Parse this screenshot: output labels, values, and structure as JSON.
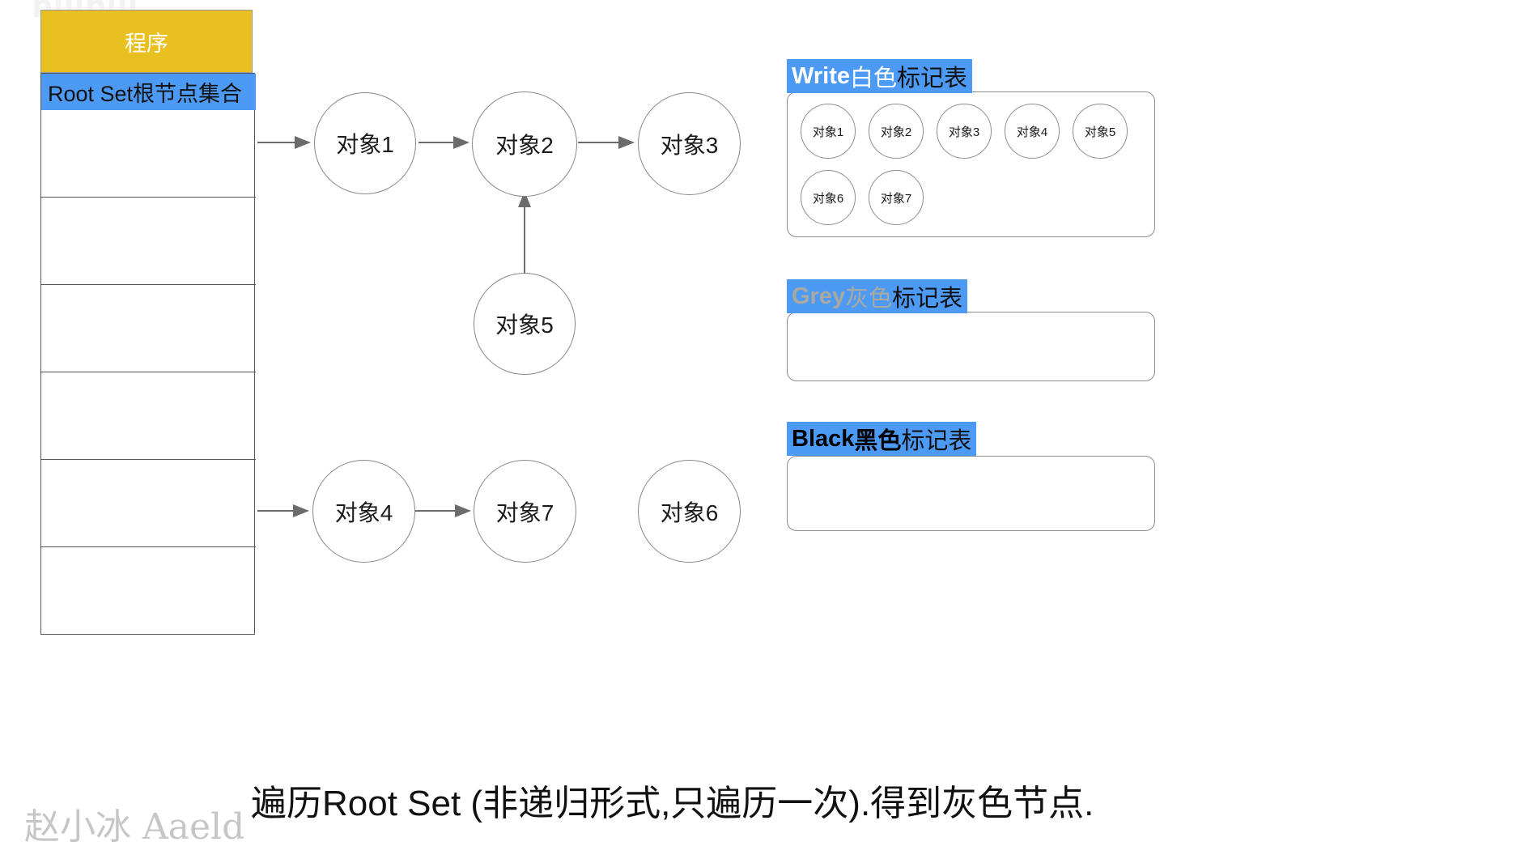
{
  "watermarks": {
    "top": "bilibili",
    "bottom": "赵小冰 Aaeld"
  },
  "program": {
    "label": "程序",
    "fill_color": "#e8c020",
    "text_color": "#ffffff"
  },
  "root_set": {
    "header": "Root Set根节点集合",
    "header_color": "#4d9af5",
    "row_count": 6,
    "rows": [
      "",
      "",
      "",
      "",
      "",
      ""
    ]
  },
  "graph": {
    "nodes": [
      {
        "id": "obj1",
        "label": "对象1"
      },
      {
        "id": "obj2",
        "label": "对象2"
      },
      {
        "id": "obj3",
        "label": "对象3"
      },
      {
        "id": "obj5",
        "label": "对象5"
      },
      {
        "id": "obj4",
        "label": "对象4"
      },
      {
        "id": "obj7",
        "label": "对象7"
      },
      {
        "id": "obj6",
        "label": "对象6"
      }
    ],
    "edges": [
      {
        "from": "root-set",
        "to": "obj1"
      },
      {
        "from": "obj1",
        "to": "obj2"
      },
      {
        "from": "obj2",
        "to": "obj3"
      },
      {
        "from": "obj5",
        "to": "obj2"
      },
      {
        "from": "root-set",
        "to": "obj4"
      },
      {
        "from": "obj4",
        "to": "obj7"
      }
    ],
    "edge_color": "#6b6b6b"
  },
  "mark_tables": [
    {
      "id": "white",
      "label_en": "Write ",
      "label_cn": "白色",
      "label_rest": "标记表",
      "items": [
        "对象1",
        "对象2",
        "对象3",
        "对象4",
        "对象5",
        "对象6",
        "对象7"
      ]
    },
    {
      "id": "grey",
      "label_en": "Grey ",
      "label_cn": "灰色",
      "label_rest": "标记表",
      "items": []
    },
    {
      "id": "black",
      "label_en": "Black ",
      "label_cn": "黑色",
      "label_rest": "标记表",
      "items": []
    }
  ],
  "caption": "遍历Root Set (非递归形式,只遍历一次).得到灰色节点.",
  "colors": {
    "accent_blue": "#4d9af5",
    "program_yellow": "#e8c020",
    "stroke_gray": "#878787",
    "grey_text": "#a9a9a1"
  }
}
